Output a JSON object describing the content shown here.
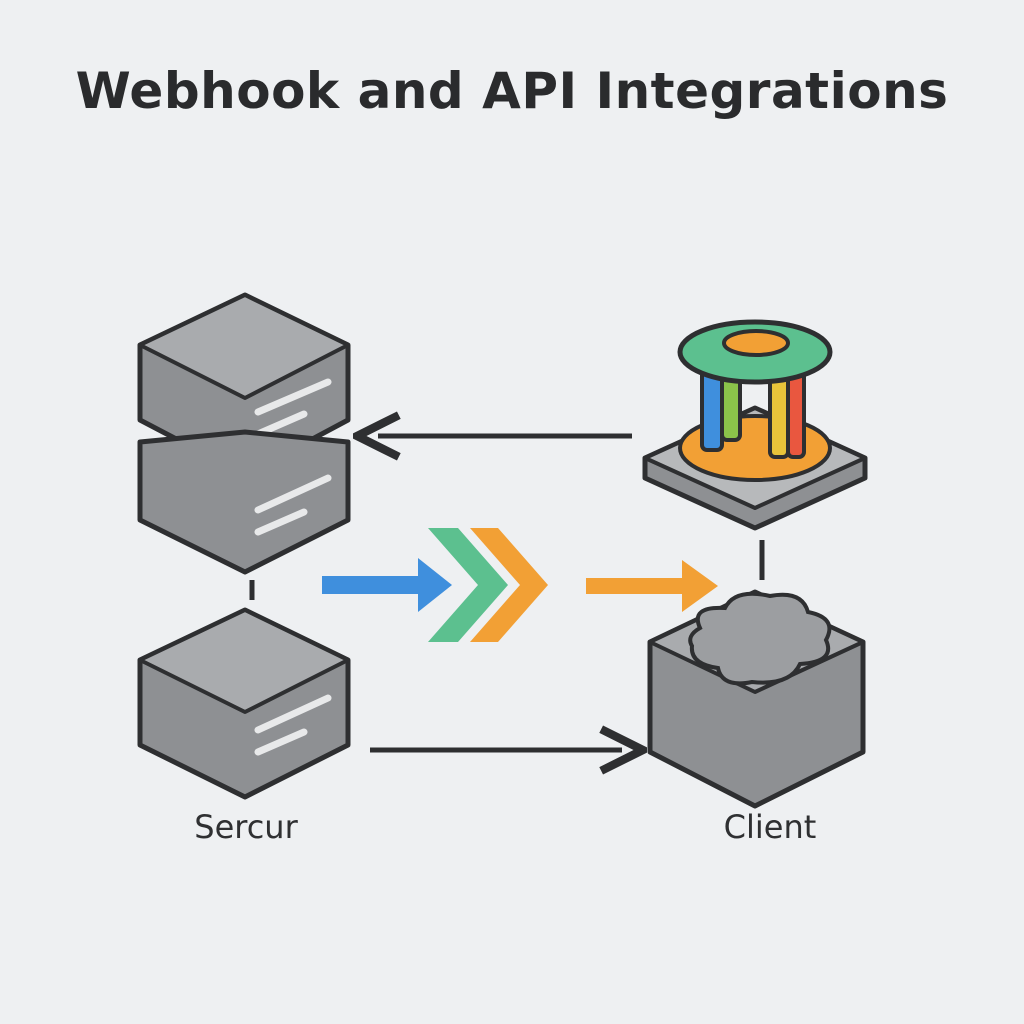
{
  "title": "Webhook and API Integrations",
  "nodes": {
    "server": {
      "label": "Sercur"
    },
    "client": {
      "label": "Client"
    }
  },
  "colors": {
    "background": "#eef0f2",
    "box_face": "#8e9093",
    "box_top": "#a9abae",
    "outline": "#2e2f31",
    "blue": "#3f8fdd",
    "green": "#5cc08f",
    "orange": "#f2a035",
    "yellow": "#e8c33a",
    "red": "#e9573f"
  },
  "icons": [
    "server-stack-icon",
    "server-icon",
    "api-gateway-icon",
    "client-cube-icon",
    "flow-chevrons-icon"
  ]
}
